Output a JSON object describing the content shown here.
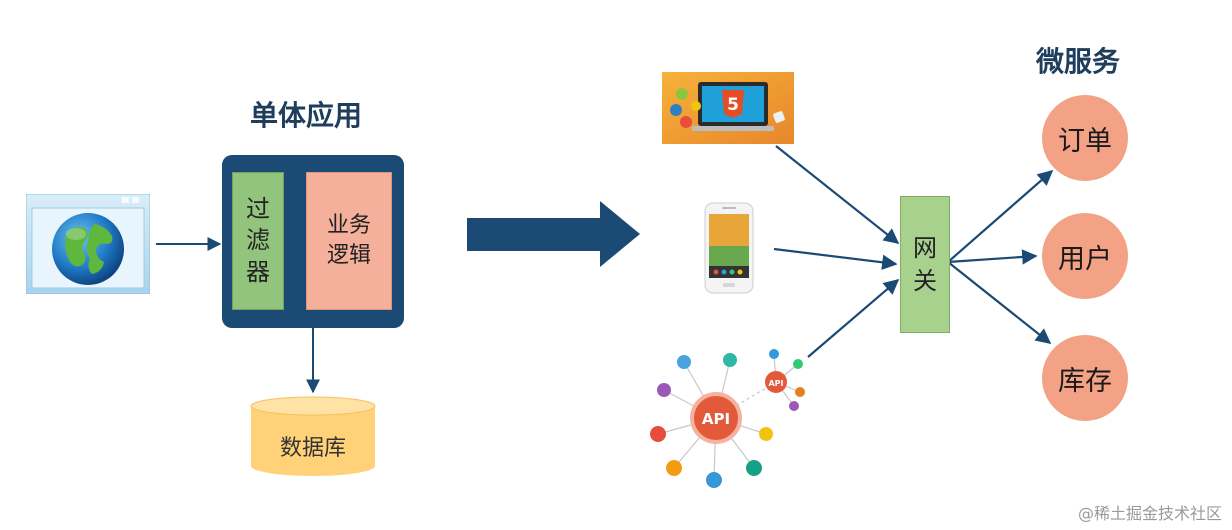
{
  "monolith": {
    "title": "单体应用",
    "filter": "过滤器",
    "business_logic": "业务逻辑",
    "database": "数据库"
  },
  "microservices": {
    "title": "微服务",
    "gateway": "网关",
    "services": [
      "订单",
      "用户",
      "库存"
    ]
  },
  "clients": {
    "html5_badge": "5",
    "api_hub_label": "API",
    "api_small_label": "API"
  },
  "watermark": "@稀土掘金技术社区",
  "colors": {
    "monolith_frame": "#1b4a74",
    "filter": "#93c47d",
    "logic": "#f4b09a",
    "database": "#ffd27a",
    "gateway": "#a9d18e",
    "service_circle": "#f4a285",
    "arrow": "#1b4a74"
  }
}
